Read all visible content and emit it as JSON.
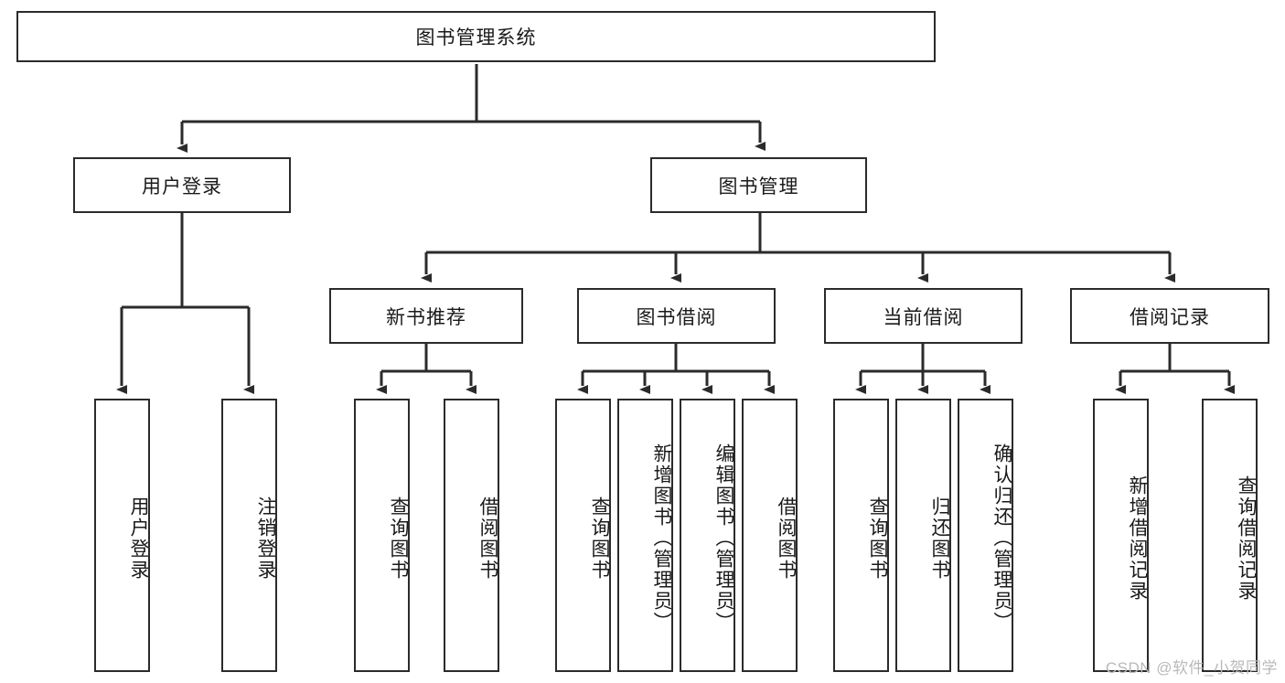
{
  "diagram": {
    "title": "图书管理系统",
    "root": {
      "label": "图书管理系统"
    },
    "level1": [
      {
        "label": "用户登录"
      },
      {
        "label": "图书管理"
      }
    ],
    "level2": [
      {
        "label": "新书推荐"
      },
      {
        "label": "图书借阅"
      },
      {
        "label": "当前借阅"
      },
      {
        "label": "借阅记录"
      }
    ],
    "leaves": {
      "user_login": [
        {
          "label": "用户登录"
        },
        {
          "label": "注销登录"
        }
      ],
      "new_book_recommend": [
        {
          "label": "查询图书"
        },
        {
          "label": "借阅图书"
        }
      ],
      "book_borrow": [
        {
          "label": "查询图书"
        },
        {
          "label": "新增图书（管理员）"
        },
        {
          "label": "编辑图书（管理员）"
        },
        {
          "label": "借阅图书"
        }
      ],
      "current_borrow": [
        {
          "label": "查询图书"
        },
        {
          "label": "归还图书"
        },
        {
          "label": "确认归还（管理员）"
        }
      ],
      "borrow_records": [
        {
          "label": "新增借阅记录"
        },
        {
          "label": "查询借阅记录"
        }
      ]
    }
  },
  "watermark": {
    "text": "CSDN @软件_小贺同学"
  },
  "colors": {
    "stroke": "#2b2b2b",
    "background": "#ffffff",
    "text": "#1a1a1a",
    "watermark": "#b9b9b9"
  }
}
